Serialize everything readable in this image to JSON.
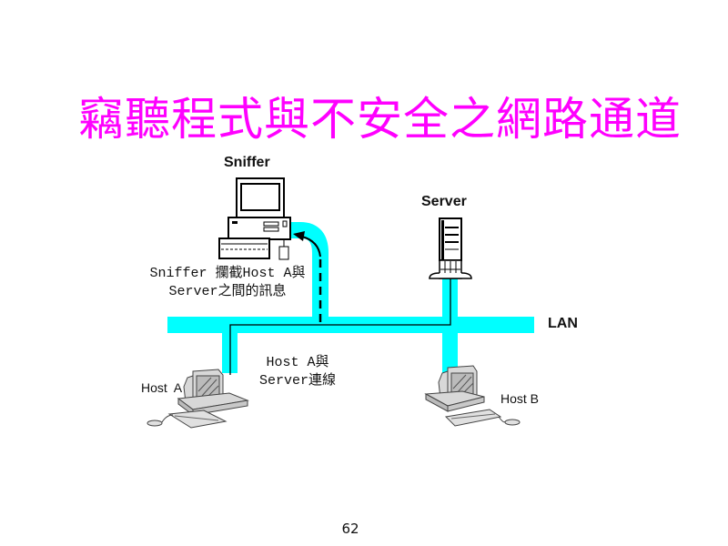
{
  "slide": {
    "title": "竊聽程式與不安全之網路通道",
    "title_color": "#ff00ff",
    "page_number": "62"
  },
  "diagram": {
    "nodes": {
      "sniffer": {
        "label": "Sniffer",
        "icon": "desktop-computer-icon"
      },
      "server": {
        "label": "Server",
        "icon": "tower-server-icon"
      },
      "host_a": {
        "label": "Host  A",
        "icon": "workstation-icon"
      },
      "host_b": {
        "label": "Host B",
        "icon": "workstation-icon"
      }
    },
    "network": {
      "label": "LAN",
      "color": "#00ffff"
    },
    "annotations": {
      "sniffer_line1": "Sniffer 攔截Host A與",
      "sniffer_line2": "Server之間的訊息",
      "connection_line1": "Host A與",
      "connection_line2": "Server連線"
    }
  }
}
